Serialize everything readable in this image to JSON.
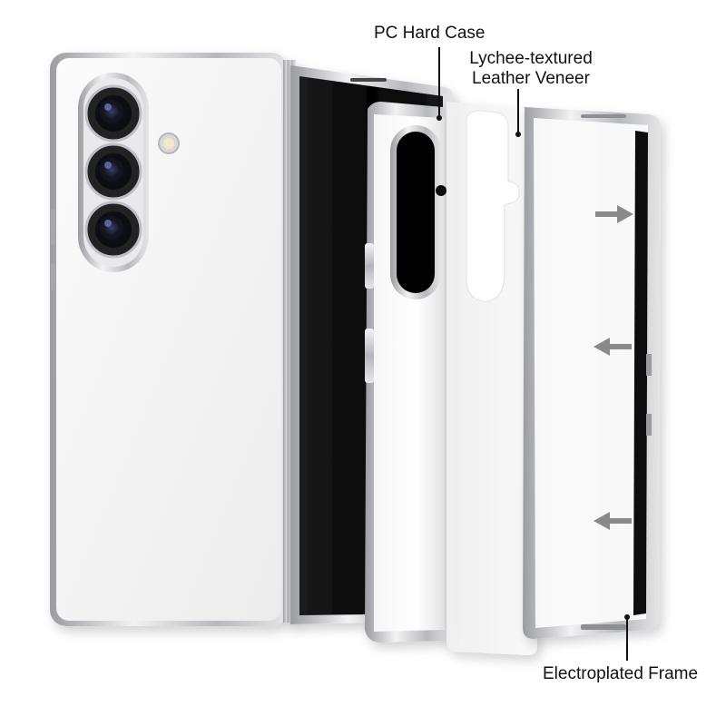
{
  "callouts": {
    "pc_hard_case": "PC Hard Case",
    "leather_line1": "Lychee-textured",
    "leather_line2": "Leather Veneer",
    "frame": "Electroplated Frame"
  },
  "colors": {
    "leather": "#f4f4f4",
    "chrome": "#c9c9cc",
    "screen": "#0a0a0a",
    "arrow": "#8a8a8a"
  }
}
